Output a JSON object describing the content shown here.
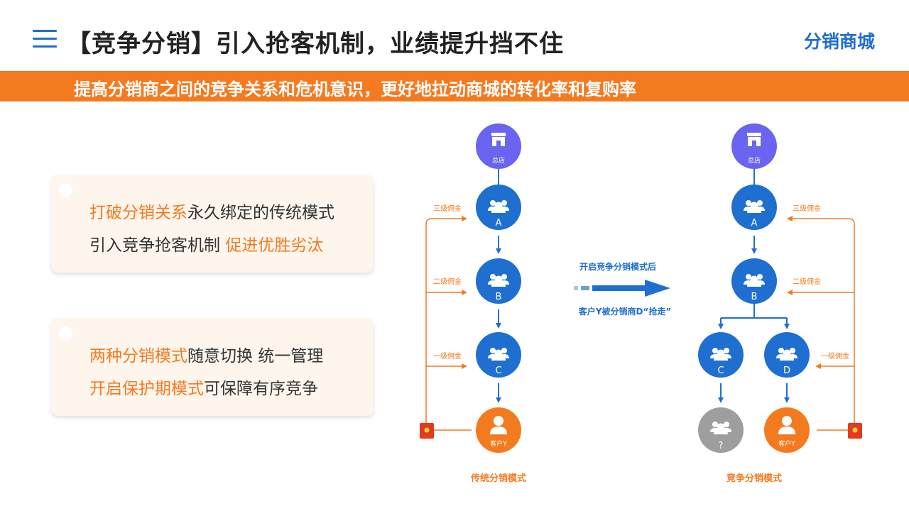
{
  "header": {
    "title": "【竞争分销】引入抢客机制，业绩提升挡不住",
    "brand": "分销商城"
  },
  "banner": {
    "text": "提高分销商之间的竞争关系和危机意识，更好地拉动商城的转化率和复购率"
  },
  "cards": [
    {
      "line1": {
        "highlight": "打破分销关系",
        "rest": "永久绑定的传统模式"
      },
      "line2": {
        "rest": "引入竞争抢客机制 ",
        "highlight": "促进优胜劣汰"
      }
    },
    {
      "line1": {
        "highlight": "两种分销模式",
        "rest": "随意切换 统一管理"
      },
      "line2": {
        "highlight": "开启保护期模式",
        "rest": "可保障有序竞争"
      }
    }
  ],
  "diagram": {
    "store_label": "总店",
    "nodes": {
      "a": "A",
      "b": "B",
      "c": "C",
      "d": "D",
      "unknown": "?",
      "customer": "客户Y"
    },
    "commissions": {
      "level3": "三级佣金",
      "level2": "二级佣金",
      "level1": "一级佣金"
    },
    "traditional_caption": "传统分销模式",
    "competitive_caption": "竞争分销模式",
    "transition_top": "开启竞争分销模式后",
    "transition_bottom": "客户Y被分销商D“抢走”"
  },
  "colors": {
    "blue": "#1f6fd0",
    "orange": "#f47a20",
    "purple": "#6b64f0",
    "gray": "#9e9e9e",
    "card_bg": "#fef5ec",
    "red_packet": "#e23b1d"
  },
  "icons": [
    "menu-icon",
    "store-icon",
    "users-icon",
    "person-icon",
    "red-packet-icon",
    "arrow-icon"
  ]
}
